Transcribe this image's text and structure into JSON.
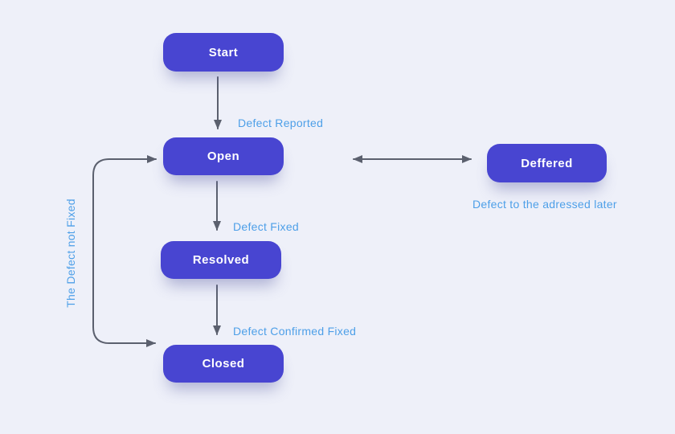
{
  "diagram": {
    "nodes": {
      "start": {
        "label": "Start"
      },
      "open": {
        "label": "Open"
      },
      "resolved": {
        "label": "Resolved"
      },
      "closed": {
        "label": "Closed"
      },
      "deferred": {
        "label": "Deffered"
      }
    },
    "edges": {
      "start_open": {
        "label": "Defect Reported"
      },
      "open_resolved": {
        "label": "Defect Fixed"
      },
      "resolved_closed": {
        "label": "Defect Confirmed Fixed"
      },
      "closed_open": {
        "label": "The Defect not Fixed"
      },
      "open_deferred": {
        "label": "Defect to the adressed later"
      }
    },
    "colors": {
      "background": "#eef0f9",
      "node_fill": "#4845d1",
      "node_text": "#ffffff",
      "edge_label": "#4d9fe8",
      "arrow": "#5b606e"
    }
  }
}
